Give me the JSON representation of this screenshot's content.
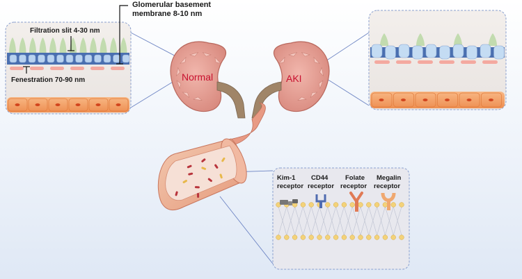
{
  "left_panel": {
    "gbm_label_line1": "Glomerular basement",
    "gbm_label_line2": "membrane 8-10 nm",
    "filtration_label": "Filtration slit  4-30 nm",
    "fenestration_label": "Fenestration 70-90 nm"
  },
  "kidneys": {
    "normal_label": "Normal",
    "aki_label": "AKI"
  },
  "receptors": [
    {
      "line1": "Kim-1",
      "line2": "receptor"
    },
    {
      "line1": "CD44",
      "line2": "receptor"
    },
    {
      "line1": "Folate",
      "line2": "receptor"
    },
    {
      "line1": "Megalin",
      "line2": "receptor"
    }
  ],
  "colors": {
    "basement_membrane": "#4a6fb0",
    "podocyte": "#bcd9a8",
    "endothelium": "#f4a9a0",
    "tubular_cell": "#f5a46a",
    "kidney": "#e8a59c",
    "label_red": "#c8102e"
  }
}
